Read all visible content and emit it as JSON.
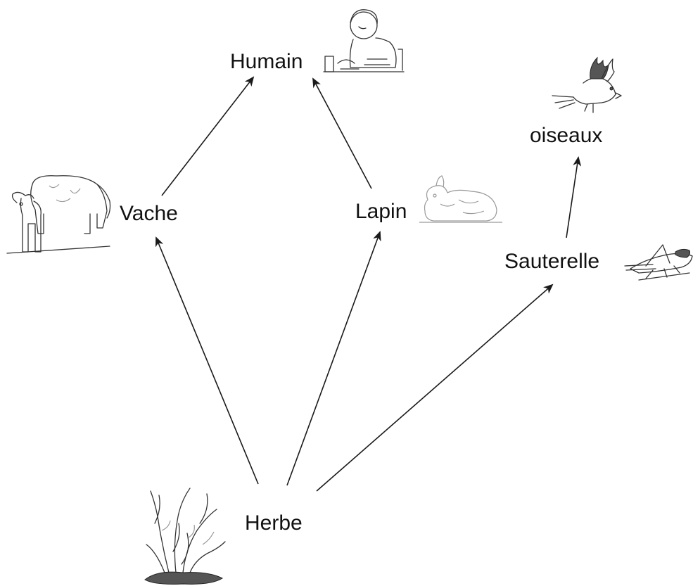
{
  "nodes": {
    "humain": "Humain",
    "vache": "Vache",
    "lapin": "Lapin",
    "oiseaux": "oiseaux",
    "sauterelle": "Sauterelle",
    "herbe": "Herbe"
  },
  "edges": [
    {
      "from": "Herbe",
      "to": "Vache"
    },
    {
      "from": "Herbe",
      "to": "Lapin"
    },
    {
      "from": "Herbe",
      "to": "Sauterelle"
    },
    {
      "from": "Vache",
      "to": "Humain"
    },
    {
      "from": "Lapin",
      "to": "Humain"
    },
    {
      "from": "Sauterelle",
      "to": "oiseaux"
    }
  ],
  "icons": {
    "humain": "child-eating-icon",
    "vache": "cow-and-calf-icon",
    "lapin": "rabbit-icon",
    "oiseaux": "bird-icon",
    "sauterelle": "grasshopper-icon",
    "herbe": "grass-tuft-icon"
  },
  "colors": {
    "ink": "#111111"
  }
}
